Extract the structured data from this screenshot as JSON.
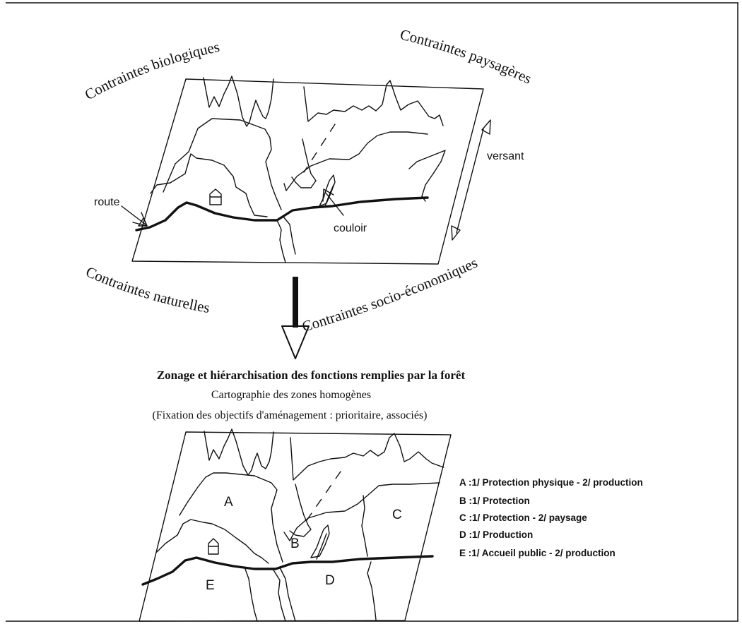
{
  "top_map": {
    "labels": {
      "biological": "Contraintes biologiques",
      "landscape": "Contraintes paysagères",
      "natural": "Contraintes naturelles",
      "socio_economic": "Contraintes socio-économiques",
      "road": "route",
      "slope": "versant",
      "corridor": "couloir"
    }
  },
  "caption": {
    "title": "Zonage et hiérarchisation des fonctions remplies par la forêt",
    "subtitle": "Cartographie des zones homogènes",
    "note": "(Fixation des objectifs d'aménagement : prioritaire, associés)"
  },
  "bottom_map": {
    "zones": {
      "A": "A",
      "B": "B",
      "C": "C",
      "D": "D",
      "E": "E"
    },
    "legend": [
      "A :1/ Protection physique - 2/ production",
      "B :1/ Protection",
      "C :1/ Protection - 2/ paysage",
      "D :1/ Production",
      "E :1/ Accueil public - 2/ production"
    ]
  }
}
